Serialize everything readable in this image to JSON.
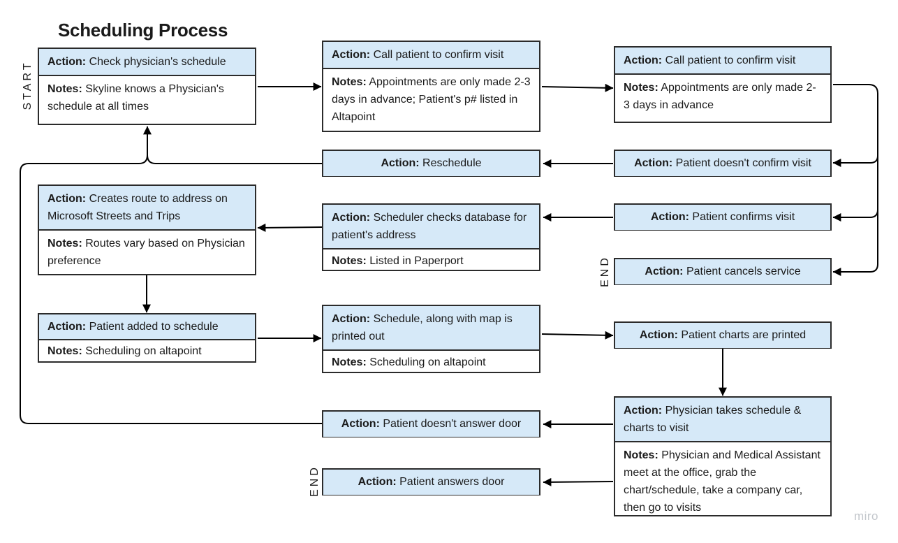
{
  "title": "Scheduling Process",
  "labels": {
    "start": "START",
    "end": "END"
  },
  "keys": {
    "action": "Action:",
    "notes": "Notes:"
  },
  "steps": {
    "check_schedule": {
      "action": "Check physician's schedule",
      "notes": "Skyline knows a Physician's schedule at all times"
    },
    "call_1": {
      "action": "Call patient to confirm visit",
      "notes": "Appointments are only made 2-3 days in advance; Patient's p# listed in Altapoint"
    },
    "call_2": {
      "action": "Call patient to confirm visit",
      "notes": "Appointments are only made 2-3 days in advance"
    },
    "reschedule": {
      "action": "Reschedule"
    },
    "no_confirm": {
      "action": "Patient doesn't confirm visit"
    },
    "create_route": {
      "action": "Creates route to address on Microsoft Streets and Trips",
      "notes": "Routes vary based on Physician preference"
    },
    "check_database": {
      "action": "Scheduler checks database for patient's address",
      "notes": "Listed in Paperport"
    },
    "confirms": {
      "action": "Patient confirms visit"
    },
    "cancels": {
      "action": "Patient cancels service"
    },
    "added": {
      "action": "Patient added to schedule",
      "notes": "Scheduling on altapoint"
    },
    "printed_out": {
      "action": "Schedule, along with map is printed out",
      "notes": "Scheduling on altapoint"
    },
    "charts_printed": {
      "action": "Patient charts are printed"
    },
    "takes_schedule": {
      "action": "Physician takes schedule & charts to visit",
      "notes": "Physician and Medical Assistant meet at the office, grab the chart/schedule, take a company car, then go to visits"
    },
    "no_answer": {
      "action": "Patient doesn't answer door"
    },
    "answers": {
      "action": "Patient answers door"
    }
  },
  "watermark": "miro",
  "colors": {
    "action_fill": "#d6e9f8",
    "border": "#2b2b2b",
    "watermark": "#c3c7cc"
  }
}
